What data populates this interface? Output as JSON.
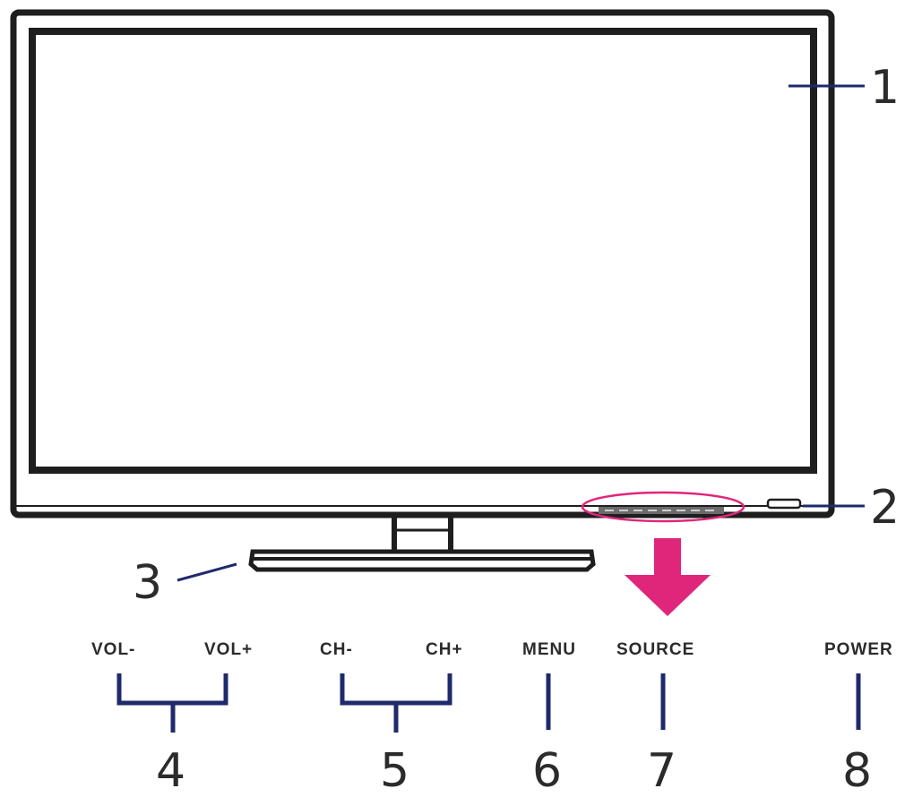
{
  "callouts": {
    "screen": "1",
    "power_button": "2",
    "stand": "3",
    "volume_buttons": "4",
    "channel_buttons": "5",
    "menu_button": "6",
    "source_button": "7",
    "power_key": "8"
  },
  "buttons": {
    "vol_minus": "VOL-",
    "vol_plus": "VOL+",
    "ch_minus": "CH-",
    "ch_plus": "CH+",
    "menu": "MENU",
    "source": "SOURCE",
    "power": "POWER"
  },
  "colors": {
    "outline": "#1e1e1e",
    "leader": "#1f2a6b",
    "highlight": "#e0267a"
  }
}
